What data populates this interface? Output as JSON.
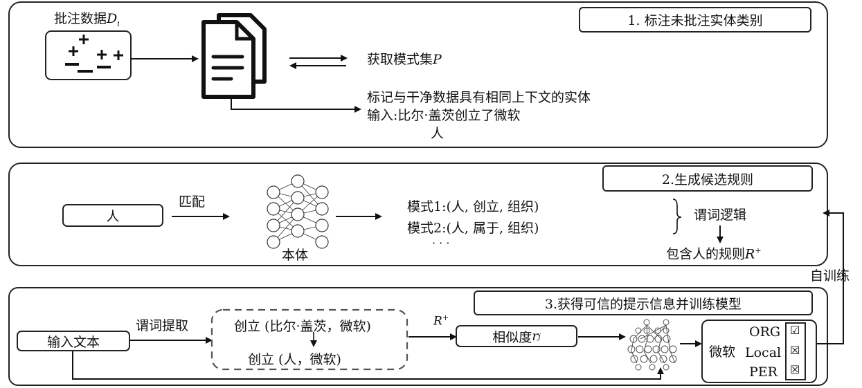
{
  "panel1": {
    "title": "1. 标注未批注实体类别",
    "annotated_label": "批注数据",
    "annotated_var": "D",
    "annotated_sub": "i",
    "get_patterns": "获取模式集",
    "get_patterns_var": "P",
    "mark_text": "标记与干净数据具有相同上下文的实体",
    "input_text": "输入:比尔·盖茨创立了微软",
    "person_tag": "人"
  },
  "panel2": {
    "title": "2.生成候选规则",
    "entity_box": "人",
    "match_label": "匹配",
    "ontology_label": "本体",
    "pattern1": "模式1:(人, 创立, 组织)",
    "pattern2": "模式2:(人, 属于, 组织)",
    "ellipsis": "· · ·",
    "predicate_logic": "谓词逻辑",
    "rules_label": "包含人的规则",
    "rules_var": "R",
    "rules_sup": "+"
  },
  "panel3": {
    "title": "3.获得可信的提示信息并训练模型",
    "input_box": "输入文本",
    "predicate_extract": "谓词提取",
    "triple1": "创立 (比尔·盖茨，微软)",
    "triple2": "创立  (人，微软)",
    "r_plus_var": "R",
    "r_plus_sup": "+",
    "similarity": "相似度",
    "sim_var": "r",
    "sim_sub": "j",
    "entity_word": "微软",
    "labels": [
      "ORG",
      "Local",
      "PER"
    ],
    "checks": [
      "☑",
      "☒",
      "☒"
    ]
  },
  "self_train": "自训练"
}
